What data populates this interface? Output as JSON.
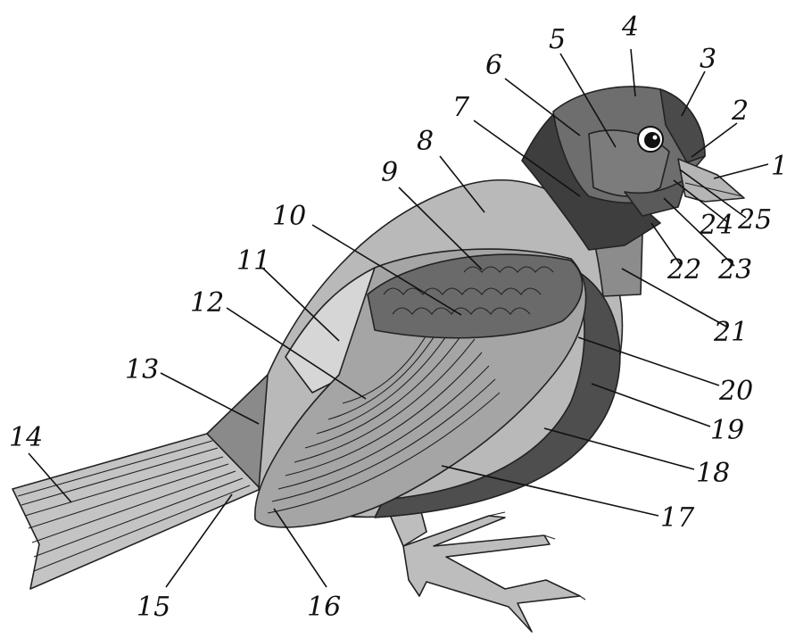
{
  "labels": [
    "1",
    "2",
    "3",
    "4",
    "5",
    "6",
    "7",
    "8",
    "9",
    "10",
    "11",
    "12",
    "13",
    "14",
    "15",
    "16",
    "17",
    "18",
    "19",
    "20",
    "21",
    "22",
    "23",
    "24",
    "25"
  ],
  "colors": {
    "background": "#ffffff",
    "ink": "#111111",
    "dark_gray": "#4a4a4a",
    "mid_gray": "#8a8a8a",
    "light_gray": "#b9b9b9",
    "pale_gray": "#d8d8d8"
  }
}
